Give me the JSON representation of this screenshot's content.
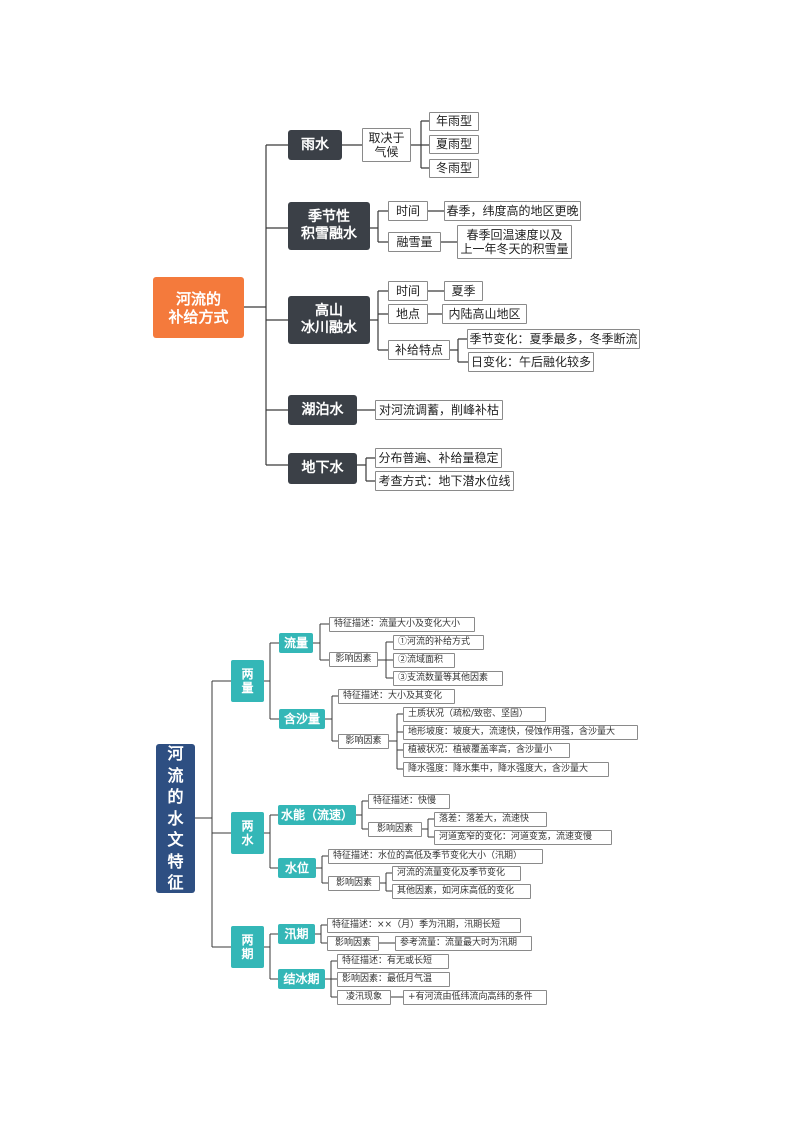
{
  "map1": {
    "root": "河流的\n补给方式",
    "rain": {
      "label": "雨水",
      "depend": "取决于\n气候",
      "types": [
        "年雨型",
        "夏雨型",
        "冬雨型"
      ]
    },
    "snow": {
      "label": "季节性\n积雪融水",
      "time_label": "时间",
      "time_value": "春季，纬度高的地区更晚",
      "amount_label": "融雪量",
      "amount_value": "春季回温速度以及\n上一年冬天的积雪量"
    },
    "glacier": {
      "label": "高山\n冰川融水",
      "time_label": "时间",
      "time_value": "夏季",
      "place_label": "地点",
      "place_value": "内陆高山地区",
      "feature_label": "补给特点",
      "season_change": "季节变化：夏季最多，冬季断流",
      "day_change": "日变化：午后融化较多"
    },
    "lake": {
      "label": "湖泊水",
      "value": "对河流调蓄，削峰补枯"
    },
    "ground": {
      "label": "地下水",
      "value1": "分布普遍、补给量稳定",
      "value2": "考查方式：地下潜水位线"
    }
  },
  "map2": {
    "root": "河\n流\n的\n水\n文\n特\n征",
    "g1": "两\n量",
    "g2": "两\n水",
    "g3": "两\n期",
    "flow": {
      "label": "流量",
      "feature": "特征描述：流量大小及变化大小",
      "factor_label": "影响因素",
      "factors": [
        "①河流的补给方式",
        "②流域面积",
        "③支流数量等其他因素"
      ]
    },
    "sediment": {
      "label": "含沙量",
      "feature": "特征描述：大小及其变化",
      "factor_label": "影响因素",
      "factors": [
        "土质状况（疏松/致密、坚固）",
        "地形坡度：坡度大，流速快，侵蚀作用强，含沙量大",
        "植被状况：植被覆盖率高，含沙量小",
        "降水强度：降水集中，降水强度大，含沙量大"
      ]
    },
    "energy": {
      "label": "水能（流速）",
      "feature": "特征描述：快慢",
      "factor_label": "影响因素",
      "factors": [
        "落差：落差大，流速快",
        "河道宽窄的变化：河道变宽，流速变慢"
      ]
    },
    "level": {
      "label": "水位",
      "feature": "特征描述：水位的高低及季节变化大小（汛期）",
      "factor_label": "影响因素",
      "factors": [
        "河流的流量变化及季节变化",
        "其他因素，如河床高低的变化"
      ]
    },
    "flood": {
      "label": "汛期",
      "feature": "特征描述：××（月）季为汛期，汛期长短",
      "factor_label": "影响因素",
      "factor": "参考流量：流量最大时为汛期"
    },
    "ice": {
      "label": "结冰期",
      "feature": "特征描述：有无或长短",
      "factor": "影响因素：最低月气温",
      "ling_label": "凌汛现象",
      "ling_value": "+有河流由低纬流向高纬的条件"
    }
  }
}
